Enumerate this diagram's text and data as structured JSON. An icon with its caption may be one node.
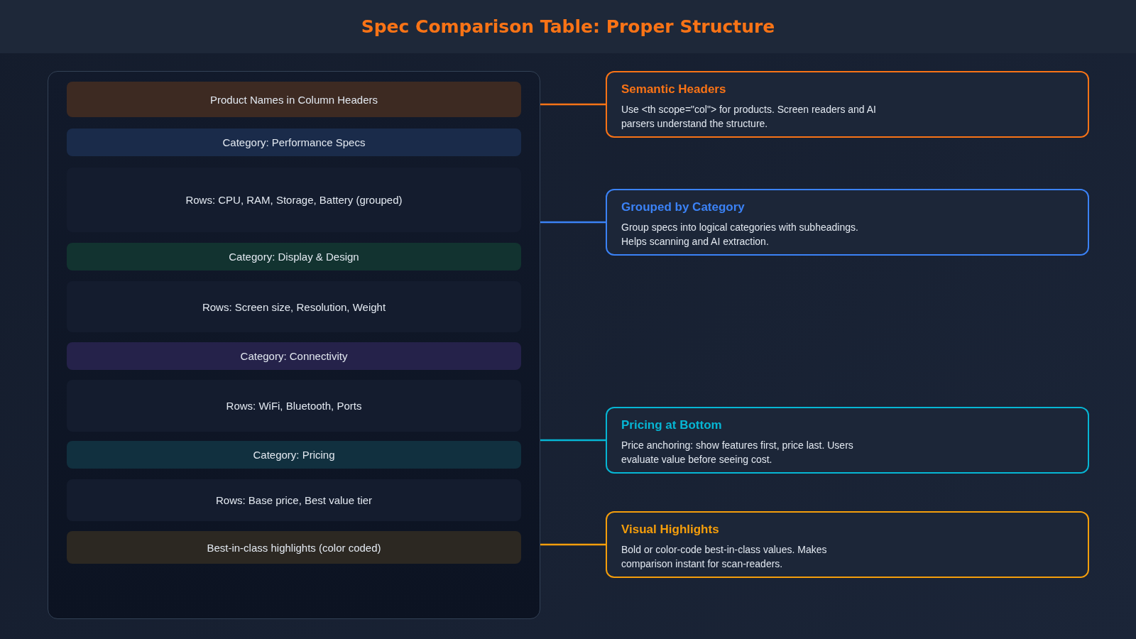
{
  "diagram": {
    "title": "Spec Comparison Table: Proper Structure",
    "nodes": [
      {
        "text": [],
        "shape": "box"
      },
      {
        "text": [
          "Product Names in Column Headers"
        ],
        "in": 0
      },
      {
        "text": [
          "Category: Performance Specs"
        ],
        "in": 0
      },
      {
        "text": [
          "Rows: CPU, RAM, Storage, Battery (grouped)"
        ],
        "in": 0
      },
      {
        "text": [
          "Category: Display & Design"
        ],
        "in": 0
      },
      {
        "text": [
          "Rows: Screen size, Resolution, Weight"
        ],
        "in": 0
      },
      {
        "text": [
          "Category: Connectivity"
        ],
        "in": 0
      },
      {
        "text": [
          "Rows: WiFi, Bluetooth, Ports"
        ],
        "in": 0
      },
      {
        "text": [
          "Category: Pricing"
        ],
        "in": 0
      },
      {
        "text": [
          "Rows: Base price, Best value tier"
        ],
        "in": 0
      },
      {
        "text": [
          "Best-in-class highlights (color coded)"
        ],
        "in": 0
      },
      {
        "text": [
          "Semantic Headers",
          "Use <th scope=\"col\"> for products. Screen readers and AI parsers understand the structure."
        ]
      },
      {
        "text": [
          "Grouped by Category",
          "Group specs into logical categories with subheadings. Helps scanning and AI extraction."
        ]
      },
      {
        "text": [
          "Pricing at Bottom",
          "Price anchoring: show features first, price last. Users evaluate value before seeing cost."
        ]
      },
      {
        "text": [
          "Visual Highlights",
          "Bold or color-code best-in-class values. Makes comparison instant for scan-readers."
        ]
      }
    ],
    "edges": [
      {
        "from": 0,
        "to": 11,
        "arrow": "none",
        "color": "#f97316"
      },
      {
        "from": 0,
        "to": 12,
        "arrow": "none",
        "color": "#3b82f6"
      },
      {
        "from": 0,
        "to": 13,
        "arrow": "none",
        "color": "#06b6d4"
      },
      {
        "from": 0,
        "to": 14,
        "arrow": "none",
        "color": "#f59e0b"
      }
    ]
  }
}
